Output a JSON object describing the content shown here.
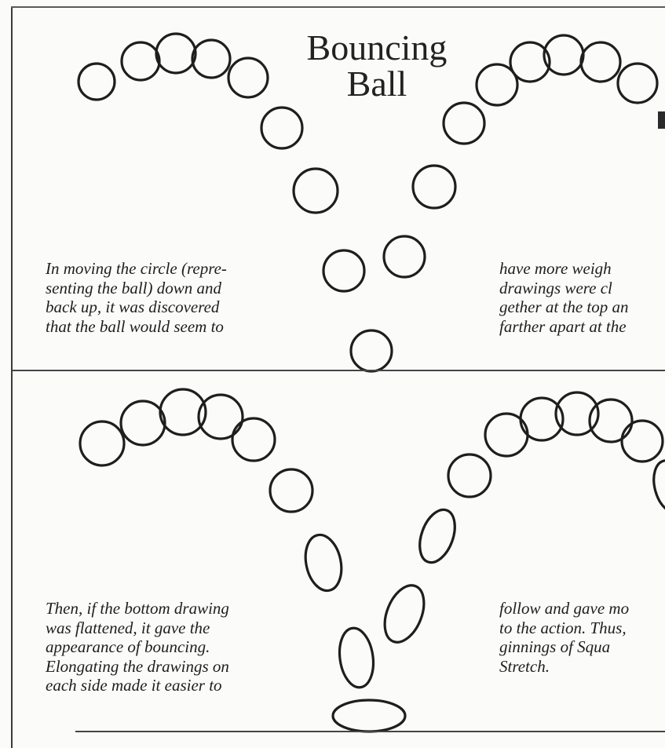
{
  "title": {
    "line1": "Bouncing",
    "line2": "Ball"
  },
  "captions": {
    "top_left": [
      "In moving the circle (repre-",
      "senting the ball) down and",
      "back up, it was discovered",
      "that the ball would seem to"
    ],
    "top_right": [
      "have more weigh",
      "drawings were cl",
      "gether at the top an",
      "farther apart at the"
    ],
    "bottom_left": [
      "Then, if the bottom drawing",
      "was flattened, it gave the",
      "appearance of bouncing.",
      "Elongating the drawings on",
      "each side made it easier to"
    ],
    "bottom_right": [
      "follow and gave mo",
      "to the action. Thus,",
      "ginnings of Squa",
      "Stretch."
    ]
  },
  "colors": {
    "ink": "#1e1e1e",
    "paper": "#fbfbfa"
  }
}
